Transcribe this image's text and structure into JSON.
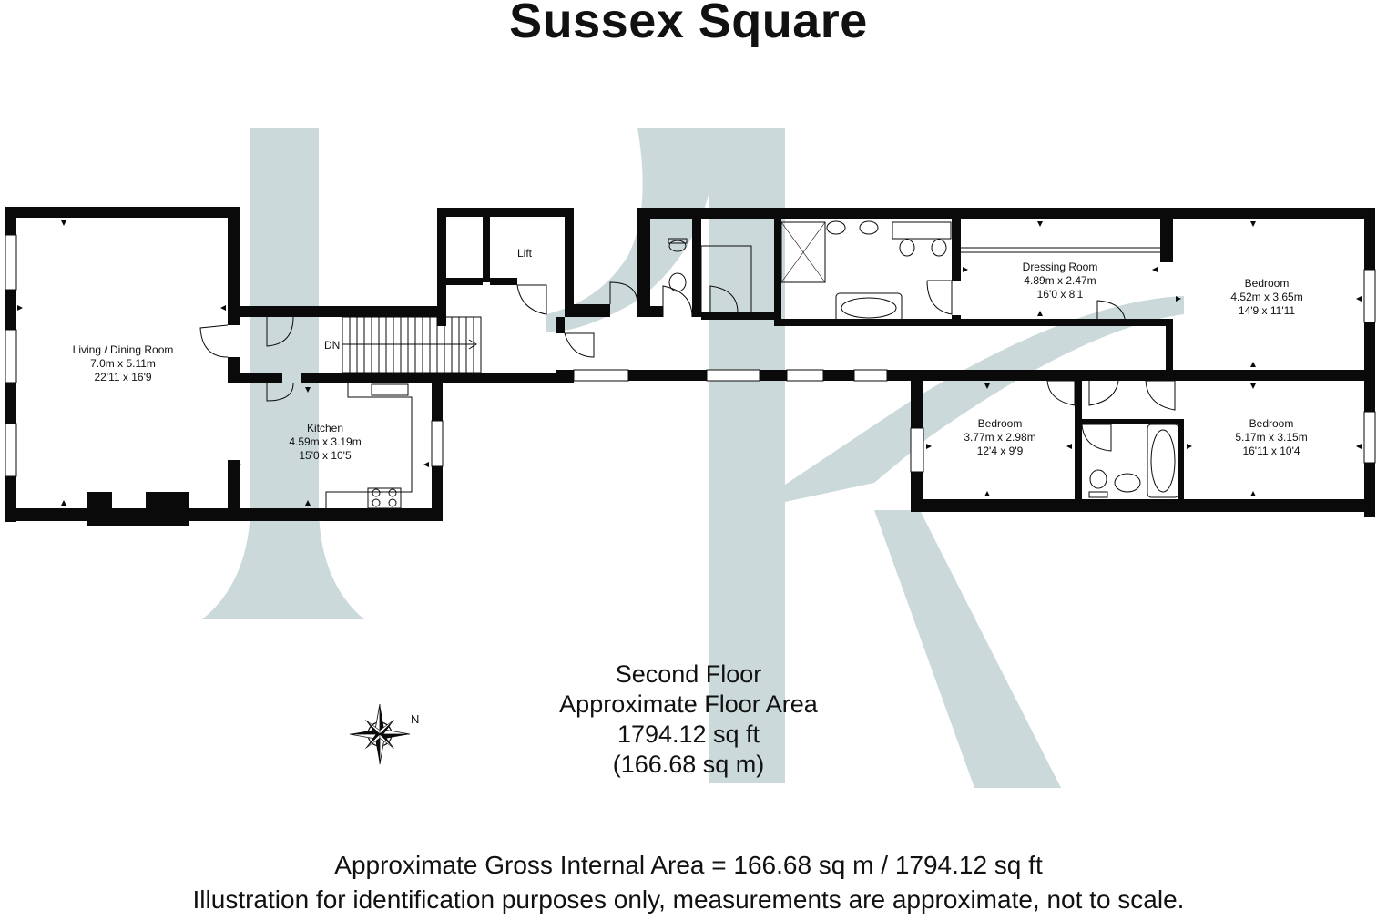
{
  "title": "Sussex Square",
  "colors": {
    "wall": "#0a0a0a",
    "watermark": "#cbd9da",
    "background": "#ffffff"
  },
  "rooms": {
    "living": {
      "name": "Living / Dining Room",
      "metric": "7.0m x 5.11m",
      "imperial": "22'11 x 16'9"
    },
    "kitchen": {
      "name": "Kitchen",
      "metric": "4.59m x 3.19m",
      "imperial": "15'0 x 10'5"
    },
    "dressing": {
      "name": "Dressing Room",
      "metric": "4.89m x 2.47m",
      "imperial": "16'0 x 8'1"
    },
    "bedroom1": {
      "name": "Bedroom",
      "metric": "4.52m x 3.65m",
      "imperial": "14'9 x 11'11"
    },
    "bedroom2": {
      "name": "Bedroom",
      "metric": "3.77m x 2.98m",
      "imperial": "12'4 x 9'9"
    },
    "bedroom3": {
      "name": "Bedroom",
      "metric": "5.17m x 3.15m",
      "imperial": "16'11 x 10'4"
    }
  },
  "labels": {
    "lift": "Lift",
    "stairs_down": "DN",
    "north": "N"
  },
  "floor": {
    "name": "Second Floor",
    "area_heading": "Approximate Floor Area",
    "area_sqft": "1794.12 sq ft",
    "area_sqm": "(166.68 sq m)"
  },
  "footer": {
    "gross_area": "Approximate Gross Internal Area = 166.68 sq m / 1794.12 sq ft",
    "disclaimer": "Illustration for identification purposes only, measurements are approximate, not to scale."
  },
  "icons": [
    "compass-rose-icon",
    "toilet-icon",
    "basin-icon",
    "bath-icon",
    "shower-icon",
    "hob-icon",
    "sink-icon",
    "door-swing-icon"
  ]
}
